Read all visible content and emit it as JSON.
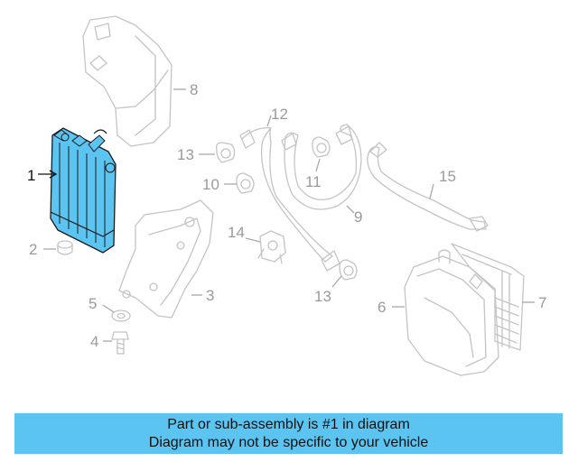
{
  "callouts": {
    "c1": "1",
    "c2": "2",
    "c3": "3",
    "c4": "4",
    "c5": "5",
    "c6": "6",
    "c7": "7",
    "c8": "8",
    "c9": "9",
    "c10": "10",
    "c11": "11",
    "c12": "12",
    "c13a": "13",
    "c13b": "13",
    "c14": "14",
    "c15": "15"
  },
  "banner": {
    "line1": "Part or sub-assembly is #1 in diagram",
    "line2": "Diagram may not be specific to your vehicle"
  },
  "colors": {
    "highlight": "#5bc4f1",
    "outline": "#c4c4c4",
    "callout_text": "#9a9a9a"
  }
}
